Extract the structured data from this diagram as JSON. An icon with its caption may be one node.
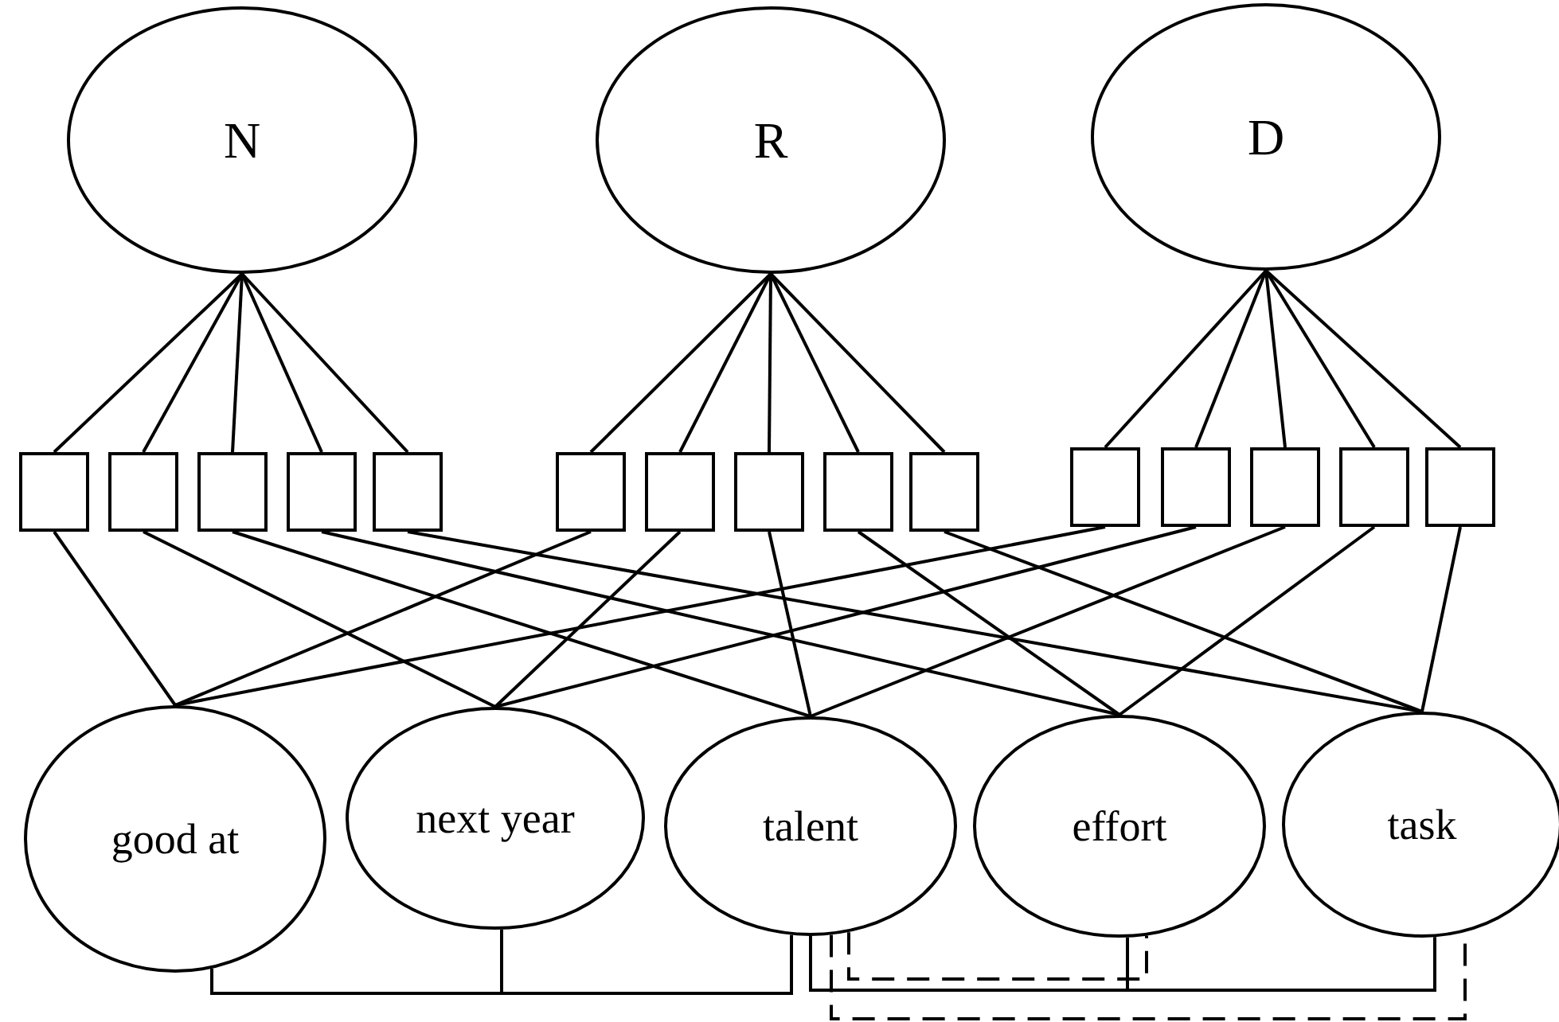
{
  "diagram": {
    "nodes": [
      {
        "text": [
          "N"
        ]
      },
      {
        "text": [
          "R"
        ]
      },
      {
        "text": [
          "D"
        ]
      },
      {
        "text": [],
        "shape": "box"
      },
      {
        "text": [],
        "shape": "box"
      },
      {
        "text": [],
        "shape": "box"
      },
      {
        "text": [],
        "shape": "box"
      },
      {
        "text": [],
        "shape": "box"
      },
      {
        "text": [],
        "shape": "box"
      },
      {
        "text": [],
        "shape": "box"
      },
      {
        "text": [],
        "shape": "box"
      },
      {
        "text": [],
        "shape": "box"
      },
      {
        "text": [],
        "shape": "box"
      },
      {
        "text": [],
        "shape": "box"
      },
      {
        "text": [],
        "shape": "box"
      },
      {
        "text": [],
        "shape": "box"
      },
      {
        "text": [],
        "shape": "box"
      },
      {
        "text": [],
        "shape": "box"
      },
      {
        "text": [
          "good at"
        ]
      },
      {
        "text": [
          "next year"
        ]
      },
      {
        "text": [
          "talent"
        ]
      },
      {
        "text": [
          "effort"
        ]
      },
      {
        "text": [
          "task"
        ]
      }
    ],
    "edges": [
      {
        "from": 0,
        "to": 3,
        "arrow": "none"
      },
      {
        "from": 0,
        "to": 4,
        "arrow": "none"
      },
      {
        "from": 0,
        "to": 5,
        "arrow": "none"
      },
      {
        "from": 0,
        "to": 6,
        "arrow": "none"
      },
      {
        "from": 0,
        "to": 7,
        "arrow": "none"
      },
      {
        "from": 1,
        "to": 8,
        "arrow": "none"
      },
      {
        "from": 1,
        "to": 9,
        "arrow": "none"
      },
      {
        "from": 1,
        "to": 10,
        "arrow": "none"
      },
      {
        "from": 1,
        "to": 11,
        "arrow": "none"
      },
      {
        "from": 1,
        "to": 12,
        "arrow": "none"
      },
      {
        "from": 2,
        "to": 13,
        "arrow": "none"
      },
      {
        "from": 2,
        "to": 14,
        "arrow": "none"
      },
      {
        "from": 2,
        "to": 15,
        "arrow": "none"
      },
      {
        "from": 2,
        "to": 16,
        "arrow": "none"
      },
      {
        "from": 2,
        "to": 17,
        "arrow": "none"
      },
      {
        "from": 3,
        "to": 18,
        "arrow": "none"
      },
      {
        "from": 4,
        "to": 19,
        "arrow": "none"
      },
      {
        "from": 5,
        "to": 20,
        "arrow": "none"
      },
      {
        "from": 6,
        "to": 21,
        "arrow": "none"
      },
      {
        "from": 7,
        "to": 22,
        "arrow": "none"
      },
      {
        "from": 8,
        "to": 18,
        "arrow": "none"
      },
      {
        "from": 9,
        "to": 19,
        "arrow": "none"
      },
      {
        "from": 10,
        "to": 20,
        "arrow": "none"
      },
      {
        "from": 11,
        "to": 21,
        "arrow": "none"
      },
      {
        "from": 12,
        "to": 22,
        "arrow": "none"
      },
      {
        "from": 13,
        "to": 18,
        "arrow": "none"
      },
      {
        "from": 14,
        "to": 19,
        "arrow": "none"
      },
      {
        "from": 15,
        "to": 20,
        "arrow": "none"
      },
      {
        "from": 16,
        "to": 21,
        "arrow": "none"
      },
      {
        "from": 17,
        "to": 22,
        "arrow": "none"
      },
      {
        "from": 18,
        "to": 20,
        "arrow": "none"
      },
      {
        "from": 19,
        "to": 20,
        "arrow": "none"
      },
      {
        "from": 20,
        "to": 22,
        "arrow": "none"
      },
      {
        "from": 21,
        "to": 22,
        "arrow": "none"
      },
      {
        "from": 20,
        "to": 21,
        "arrow": "none",
        "style": "dashed"
      },
      {
        "from": 20,
        "to": 22,
        "arrow": "none",
        "style": "dashed"
      }
    ]
  }
}
